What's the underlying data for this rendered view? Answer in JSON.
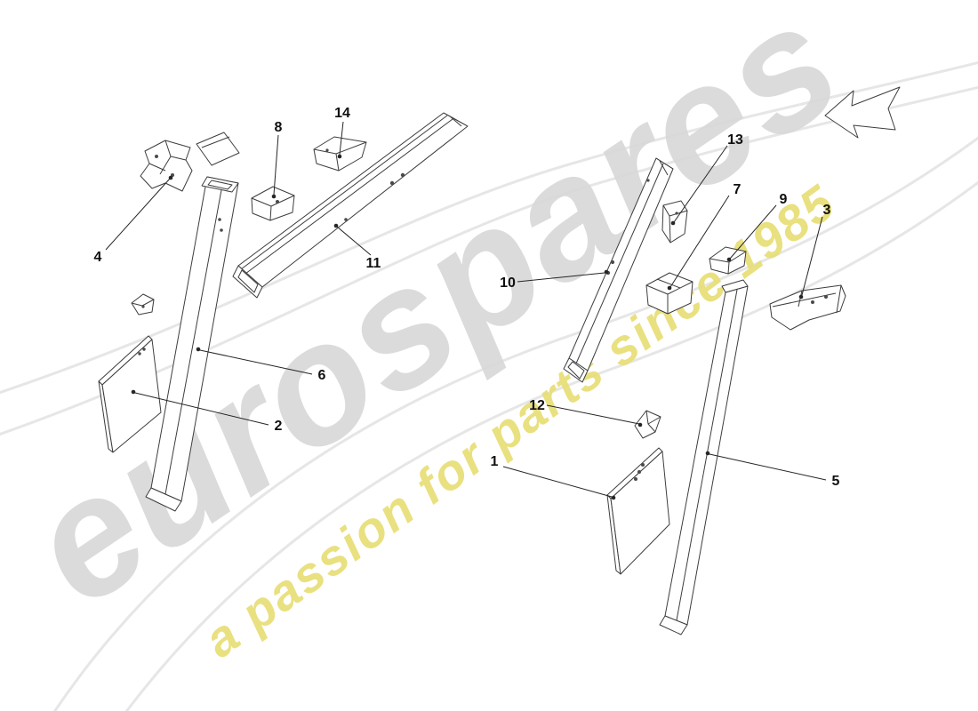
{
  "page": {
    "background_color": "#ffffff"
  },
  "watermark": {
    "brand": "eurospares",
    "tagline": "a passion for parts since 1985",
    "brand_color": "#d8d8d8",
    "tagline_color": "#e8df7a",
    "swoosh_color": "#e6e6e6"
  },
  "icons": {
    "direction_arrow": "direction-arrow-icon"
  },
  "callouts": [
    {
      "label": "1"
    },
    {
      "label": "2"
    },
    {
      "label": "3"
    },
    {
      "label": "4"
    },
    {
      "label": "5"
    },
    {
      "label": "6"
    },
    {
      "label": "7"
    },
    {
      "label": "8"
    },
    {
      "label": "9"
    },
    {
      "label": "10"
    },
    {
      "label": "11"
    },
    {
      "label": "12"
    },
    {
      "label": "13"
    },
    {
      "label": "14"
    }
  ]
}
